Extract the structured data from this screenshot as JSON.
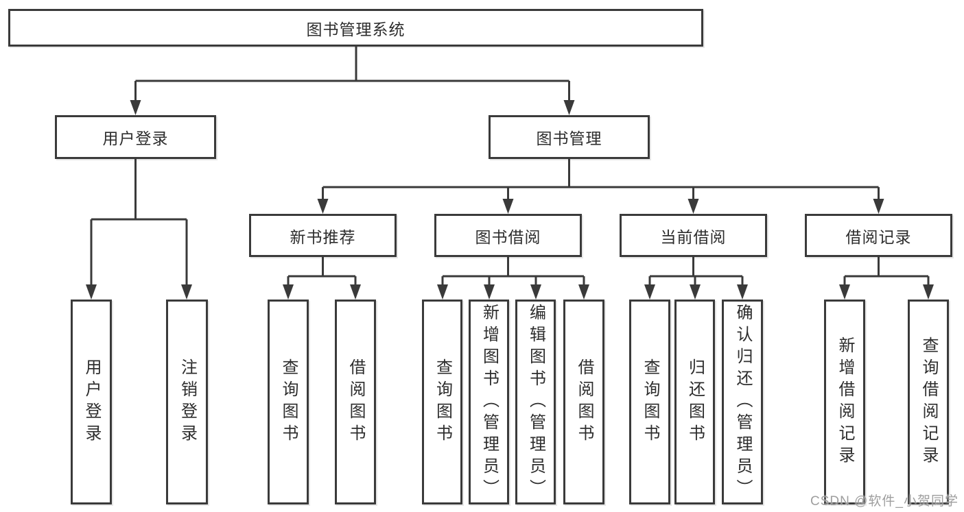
{
  "diagram": {
    "root": {
      "label": "图书管理系统"
    },
    "level2": [
      {
        "label": "用户登录"
      },
      {
        "label": "图书管理"
      }
    ],
    "level3": [
      {
        "label": "新书推荐",
        "parent": "图书管理"
      },
      {
        "label": "图书借阅",
        "parent": "图书管理"
      },
      {
        "label": "当前借阅",
        "parent": "图书管理"
      },
      {
        "label": "借阅记录",
        "parent": "图书管理"
      }
    ],
    "leaves": [
      {
        "label": "用户登录",
        "parent": "用户登录"
      },
      {
        "label": "注销登录",
        "parent": "用户登录"
      },
      {
        "label": "查询图书",
        "parent": "新书推荐"
      },
      {
        "label": "借阅图书",
        "parent": "新书推荐"
      },
      {
        "label": "查询图书",
        "parent": "图书借阅"
      },
      {
        "label": "新增图书（管理员）",
        "parent": "图书借阅"
      },
      {
        "label": "编辑图书（管理员）",
        "parent": "图书借阅"
      },
      {
        "label": "借阅图书",
        "parent": "图书借阅"
      },
      {
        "label": "查询图书",
        "parent": "当前借阅"
      },
      {
        "label": "归还图书",
        "parent": "当前借阅"
      },
      {
        "label": "确认归还（管理员）",
        "parent": "当前借阅"
      },
      {
        "label": "新增借阅记录",
        "parent": "借阅记录"
      },
      {
        "label": "查询借阅记录",
        "parent": "借阅记录"
      }
    ]
  },
  "watermark": {
    "text": "CSDN @软件_小贺同学"
  },
  "colors": {
    "line": "#3a3a3a",
    "text": "#2d2d2d",
    "watermark": "#949494",
    "background": "#ffffff"
  }
}
